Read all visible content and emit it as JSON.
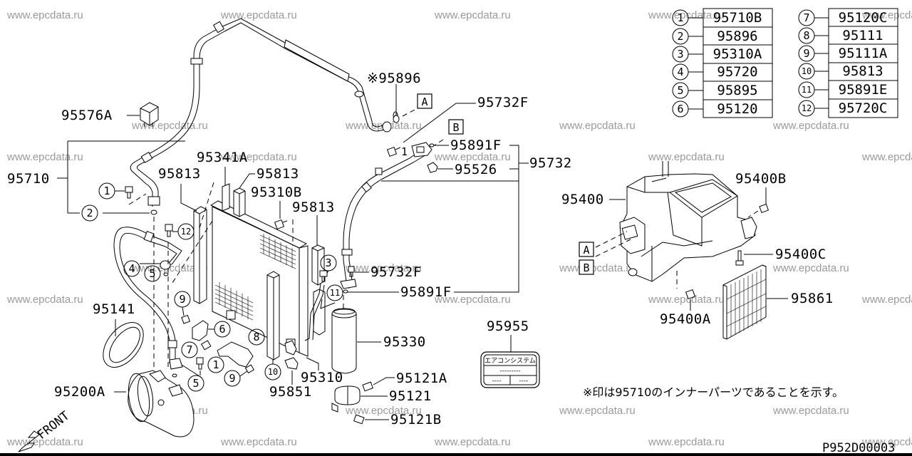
{
  "watermark": "www.epcdata.ru",
  "watermarks": [
    {
      "id": "wm-1"
    },
    {
      "id": "wm-2"
    },
    {
      "id": "wm-3"
    },
    {
      "id": "wm-4"
    },
    {
      "id": "wm-5"
    },
    {
      "id": "wm-6"
    },
    {
      "id": "wm-7"
    },
    {
      "id": "wm-8"
    },
    {
      "id": "wm-9"
    },
    {
      "id": "wm-10"
    },
    {
      "id": "wm-11"
    },
    {
      "id": "wm-12"
    },
    {
      "id": "wm-13"
    },
    {
      "id": "wm-14"
    },
    {
      "id": "wm-15"
    },
    {
      "id": "wm-16"
    },
    {
      "id": "wm-17"
    },
    {
      "id": "wm-18"
    },
    {
      "id": "wm-19"
    },
    {
      "id": "wm-20"
    },
    {
      "id": "wm-21"
    },
    {
      "id": "wm-22"
    },
    {
      "id": "wm-23"
    },
    {
      "id": "wm-24"
    },
    {
      "id": "wm-25"
    },
    {
      "id": "wm-26"
    },
    {
      "id": "wm-27"
    },
    {
      "id": "wm-28"
    },
    {
      "id": "wm-29"
    },
    {
      "id": "wm-30"
    },
    {
      "id": "wm-31"
    },
    {
      "id": "wm-32"
    }
  ],
  "legend": {
    "left": [
      {
        "index": "1",
        "part": "95710B"
      },
      {
        "index": "2",
        "part": "95896"
      },
      {
        "index": "3",
        "part": "95310A"
      },
      {
        "index": "4",
        "part": "95720"
      },
      {
        "index": "5",
        "part": "95895"
      },
      {
        "index": "6",
        "part": "95120"
      }
    ],
    "right": [
      {
        "index": "7",
        "part": "95120C"
      },
      {
        "index": "8",
        "part": "95111"
      },
      {
        "index": "9",
        "part": "95111A"
      },
      {
        "index": "10",
        "part": "95813"
      },
      {
        "index": "11",
        "part": "95891E"
      },
      {
        "index": "12",
        "part": "95720C"
      }
    ]
  },
  "labels": {
    "p95576A": "95576A",
    "p95710": "95710",
    "p95896_star": "※95896",
    "p95732F_top": "95732F",
    "p95891F_top": "95891F",
    "p95526": "95526",
    "p95732": "95732",
    "p95341A": "95341A",
    "p95813_a": "95813",
    "p95813_b": "95813",
    "p95813_c": "95813",
    "p95310B": "95310B",
    "p95732F_mid": "95732F",
    "p95891F_mid": "95891F",
    "p95141": "95141",
    "p95330": "95330",
    "p95310": "95310",
    "p95851": "95851",
    "p95200A": "95200A",
    "p95121A": "95121A",
    "p95121": "95121",
    "p95121B": "95121B",
    "p95955": "95955",
    "p95400": "95400",
    "p95400B": "95400B",
    "p95400C": "95400C",
    "p95400A": "95400A",
    "p95861": "95861"
  },
  "callouts": {
    "c1a": "1",
    "c2": "2",
    "c12": "12",
    "c4": "4",
    "c5a": "5",
    "c9a": "9",
    "c6": "6",
    "c7": "7",
    "c8": "8",
    "c1b": "1",
    "c5b": "5",
    "c9b": "9",
    "c10": "10",
    "c3": "3",
    "c11": "11"
  },
  "ref_boxes": {
    "A_top": "A",
    "B_top": "B",
    "A_unit": "A",
    "B_unit": "B"
  },
  "sticker": {
    "title": "エアコンシステム",
    "line1": "---------",
    "line2a": "----",
    "line2b": "----"
  },
  "note": "※印は95710のインナーパーツであることを示す。",
  "front_label": "FRONT",
  "diagram_code": "P952D00003"
}
